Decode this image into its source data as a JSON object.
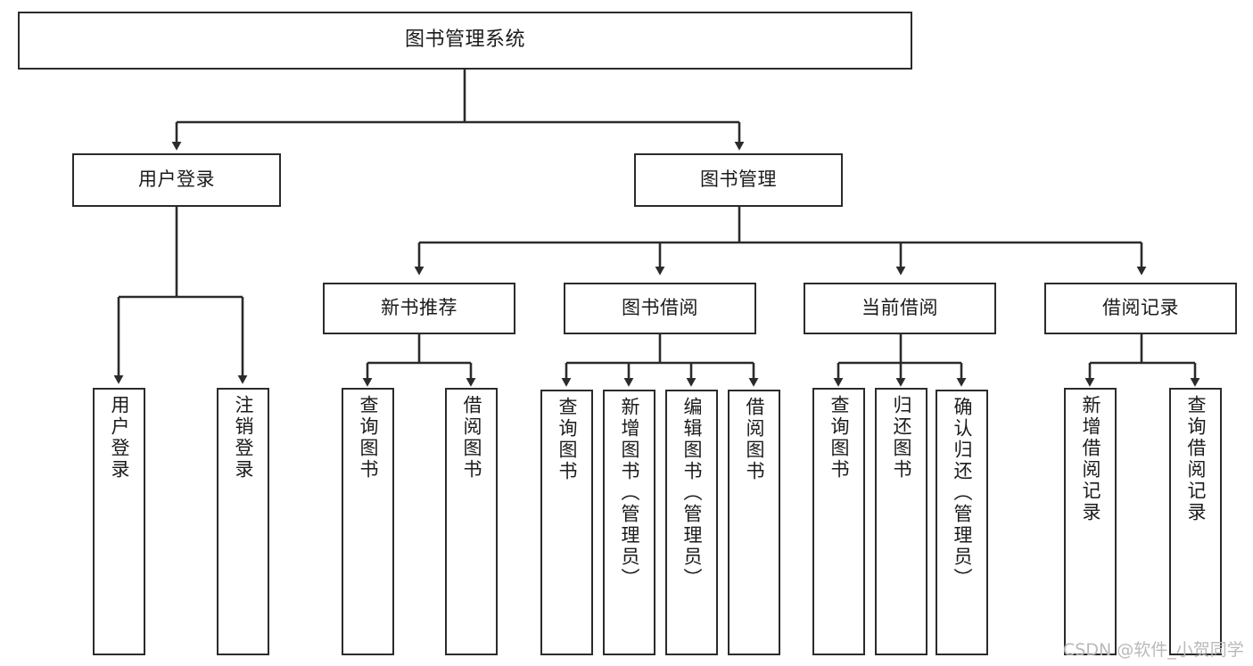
{
  "diagram": {
    "title": "图书管理系统",
    "type": "tree-hierarchy-chart",
    "orientation": "top-down",
    "line_color": "#2b2b2b",
    "box_fill": "#ffffff",
    "box_border": "#2b2b2b",
    "text_color": "#1b1b1b",
    "background": "#ffffff"
  },
  "root": {
    "label": "图书管理系统"
  },
  "level2": [
    {
      "label": "用户登录"
    },
    {
      "label": "图书管理"
    }
  ],
  "level3": [
    {
      "label": "新书推荐"
    },
    {
      "label": "图书借阅"
    },
    {
      "label": "当前借阅"
    },
    {
      "label": "借阅记录"
    }
  ],
  "leaves": {
    "user_login": [
      {
        "label": "用户登录"
      },
      {
        "label": "注销登录"
      }
    ],
    "new_book_recommend": [
      {
        "label": "查询图书"
      },
      {
        "label": "借阅图书"
      }
    ],
    "book_borrow": [
      {
        "label": "查询图书"
      },
      {
        "label": "新增图书（管理员）"
      },
      {
        "label": "编辑图书（管理员）"
      },
      {
        "label": "借阅图书"
      }
    ],
    "current_borrow": [
      {
        "label": "查询图书"
      },
      {
        "label": "归还图书"
      },
      {
        "label": "确认归还（管理员）"
      }
    ],
    "borrow_record": [
      {
        "label": "新增借阅记录"
      },
      {
        "label": "查询借阅记录"
      }
    ]
  },
  "watermark": {
    "text": "CSDN @软件_小贺同学"
  }
}
